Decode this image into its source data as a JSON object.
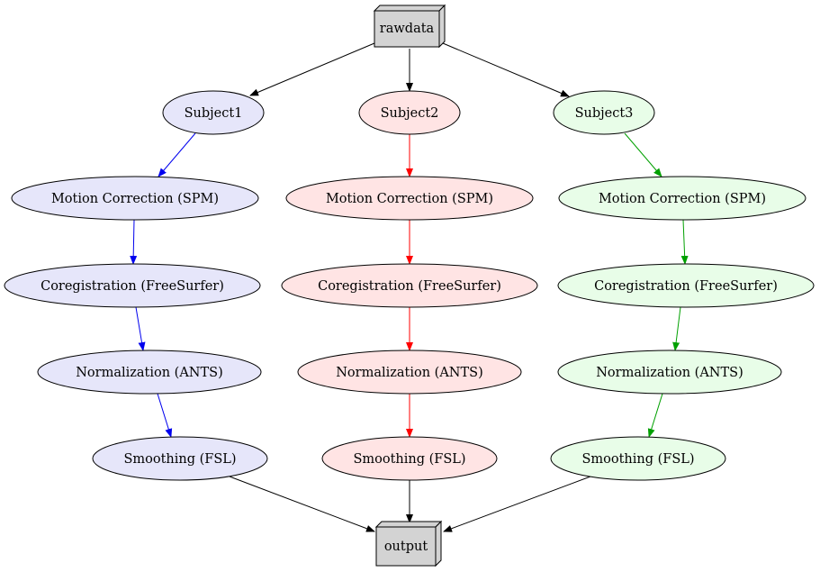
{
  "graph": {
    "source": {
      "label": "rawdata"
    },
    "sink": {
      "label": "output"
    },
    "columns": [
      {
        "color": "#0000ee",
        "fill": "#e6e6fa",
        "subject": "Subject1",
        "steps": [
          "Motion Correction (SPM)",
          "Coregistration (FreeSurfer)",
          "Normalization (ANTS)",
          "Smoothing (FSL)"
        ]
      },
      {
        "color": "#ff0000",
        "fill": "#ffe4e4",
        "subject": "Subject2",
        "steps": [
          "Motion Correction (SPM)",
          "Coregistration (FreeSurfer)",
          "Normalization (ANTS)",
          "Smoothing (FSL)"
        ]
      },
      {
        "color": "#00a000",
        "fill": "#e8fde8",
        "subject": "Subject3",
        "steps": [
          "Motion Correction (SPM)",
          "Coregistration (FreeSurfer)",
          "Normalization (ANTS)",
          "Smoothing (FSL)"
        ]
      }
    ]
  }
}
